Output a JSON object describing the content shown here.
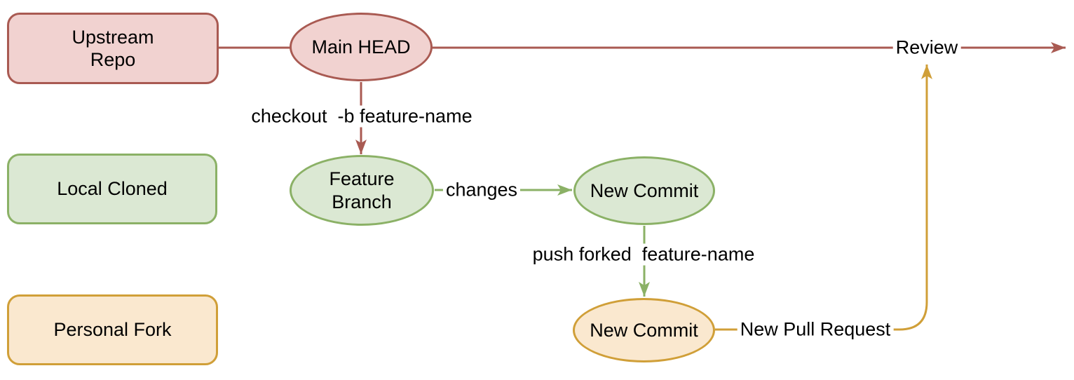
{
  "diagram": {
    "lanes": [
      {
        "id": "upstream-repo",
        "label": "Upstream Repo",
        "color": "red"
      },
      {
        "id": "local-cloned",
        "label": "Local Cloned",
        "color": "green"
      },
      {
        "id": "personal-fork",
        "label": "Personal Fork",
        "color": "orange"
      }
    ],
    "nodes": [
      {
        "id": "main-head",
        "label": "Main HEAD",
        "shape": "ellipse",
        "color": "red"
      },
      {
        "id": "feature-branch",
        "label": "Feature Branch",
        "shape": "ellipse",
        "color": "green"
      },
      {
        "id": "new-commit-local",
        "label": "New Commit",
        "shape": "ellipse",
        "color": "green"
      },
      {
        "id": "new-commit-fork",
        "label": "New Commit",
        "shape": "ellipse",
        "color": "orange"
      }
    ],
    "edges": [
      {
        "id": "checkout",
        "label": "checkout  -b feature-name",
        "from": "main-head",
        "to": "feature-branch",
        "color": "red"
      },
      {
        "id": "changes",
        "label": "changes",
        "from": "feature-branch",
        "to": "new-commit-local",
        "color": "green"
      },
      {
        "id": "push",
        "label": "push forked  feature-name",
        "from": "new-commit-local",
        "to": "new-commit-fork",
        "color": "green"
      },
      {
        "id": "pull-request",
        "label": "New Pull Request",
        "from": "new-commit-fork",
        "to": "review-line",
        "color": "orange"
      },
      {
        "id": "review",
        "label": "Review",
        "from": "main-head",
        "to": "right-edge",
        "color": "red"
      }
    ],
    "colors": {
      "red_fill": "#f1d2d0",
      "red_stroke": "#a95a52",
      "green_fill": "#dbe8d3",
      "green_stroke": "#8bb166",
      "orange_fill": "#fae8cf",
      "orange_stroke": "#d09f38"
    }
  }
}
